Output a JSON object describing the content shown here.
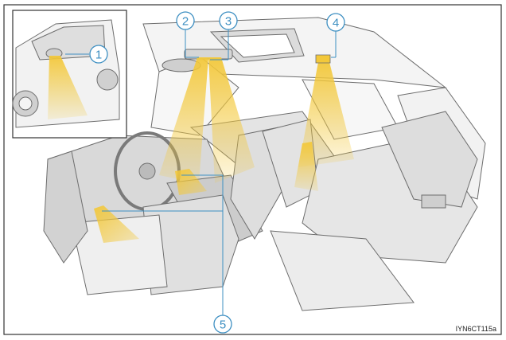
{
  "figure_code": "IYN6CT115a",
  "callouts": [
    {
      "number": "1"
    },
    {
      "number": "2"
    },
    {
      "number": "3"
    },
    {
      "number": "4"
    },
    {
      "number": "5"
    }
  ],
  "colors": {
    "light_beam": "#f3c83a",
    "callout": "#3d8fc2",
    "line_art": "#6d6d6d",
    "panel_fill": "#ececec",
    "frame": "#333333"
  }
}
